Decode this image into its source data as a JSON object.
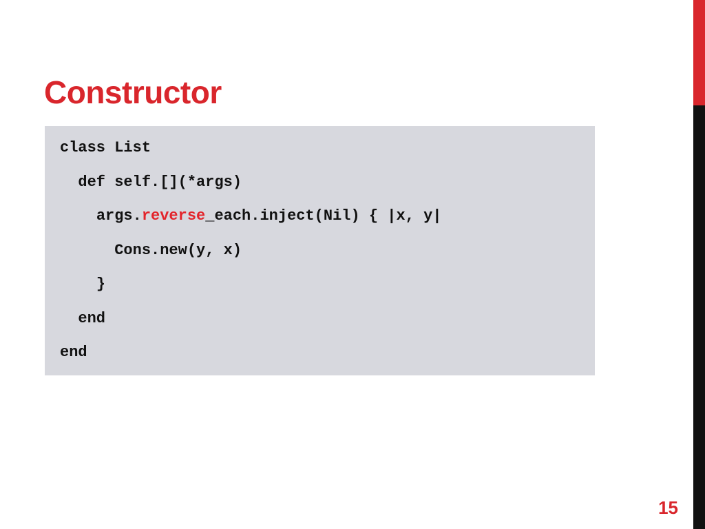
{
  "slide": {
    "title": "Constructor",
    "page_number": "15"
  },
  "code": {
    "lines": [
      {
        "indent": "",
        "before": "class List",
        "highlight": "",
        "after": ""
      },
      {
        "indent": "  ",
        "before": "def self.[](*args)",
        "highlight": "",
        "after": ""
      },
      {
        "indent": "    ",
        "before": "args.",
        "highlight": "reverse",
        "after": "_each.inject(Nil) { |x, y|"
      },
      {
        "indent": "      ",
        "before": "Cons.new(y, x)",
        "highlight": "",
        "after": ""
      },
      {
        "indent": "    ",
        "before": "}",
        "highlight": "",
        "after": ""
      },
      {
        "indent": "  ",
        "before": "end",
        "highlight": "",
        "after": ""
      },
      {
        "indent": "",
        "before": "end",
        "highlight": "",
        "after": ""
      }
    ]
  },
  "colors": {
    "accent_red": "#d9262c",
    "accent_dark": "#111111",
    "code_background": "#d7d8de",
    "code_highlight": "#e3242b",
    "page_number": "#d9262c"
  }
}
